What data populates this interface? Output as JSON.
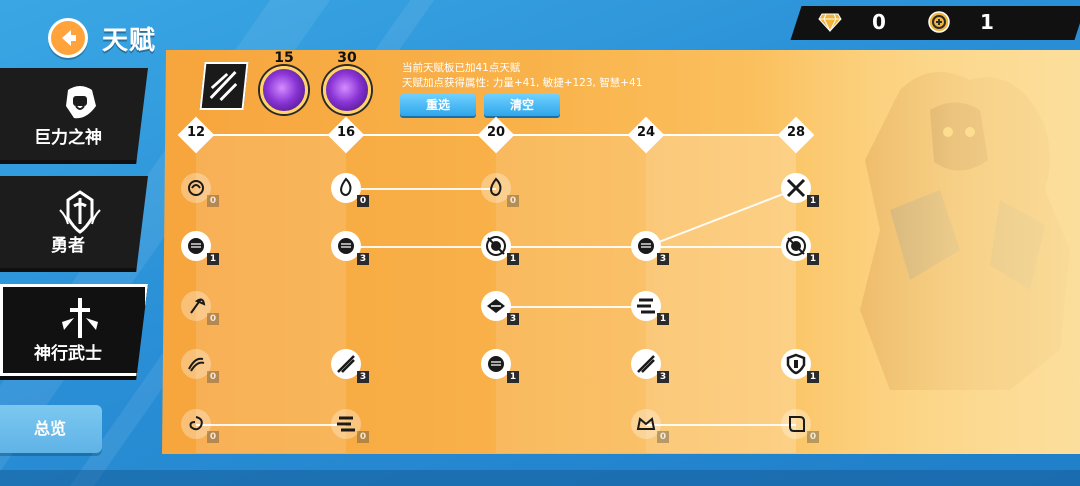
{
  "header": {
    "title": "天赋",
    "back_icon": "back-arrow-icon"
  },
  "currency": [
    {
      "icon": "diamond-icon",
      "value": "0"
    },
    {
      "icon": "coin-icon",
      "value": "1"
    }
  ],
  "classes": [
    {
      "label": "巨力之神",
      "icon": "giant-fist-icon",
      "active": false
    },
    {
      "label": "勇者",
      "icon": "hero-helmet-icon",
      "active": false
    },
    {
      "label": "神行武士",
      "icon": "swordsman-icon",
      "active": true
    }
  ],
  "overview_label": "总览",
  "board": {
    "skills": [
      {
        "level": "15",
        "icon": "purple-skill-icon"
      },
      {
        "level": "30",
        "icon": "purple-skill-icon"
      }
    ],
    "info_line1": "当前天赋板已加41点天赋",
    "info_line2": "天赋加点获得属性: 力量+41, 敏捷+123, 智慧+41",
    "reset_label": "重选",
    "clear_label": "清空",
    "tiers": [
      "12",
      "16",
      "20",
      "24",
      "28"
    ]
  },
  "nodes": [
    {
      "col": 0,
      "row": 0,
      "count": "0",
      "active": false,
      "icon": "swirl-icon"
    },
    {
      "col": 1,
      "row": 0,
      "count": "0",
      "active": true,
      "icon": "flame-icon"
    },
    {
      "col": 2,
      "row": 0,
      "count": "0",
      "active": false,
      "icon": "flame-icon"
    },
    {
      "col": 4,
      "row": 0,
      "count": "1",
      "active": true,
      "icon": "crossed-swords-icon"
    },
    {
      "col": 0,
      "row": 1,
      "count": "1",
      "active": true,
      "icon": "fist-icon"
    },
    {
      "col": 1,
      "row": 1,
      "count": "3",
      "active": true,
      "icon": "fist-icon"
    },
    {
      "col": 2,
      "row": 1,
      "count": "1",
      "active": true,
      "icon": "fist-burst-icon"
    },
    {
      "col": 3,
      "row": 1,
      "count": "3",
      "active": true,
      "icon": "fist-icon"
    },
    {
      "col": 4,
      "row": 1,
      "count": "1",
      "active": true,
      "icon": "fist-burst-icon"
    },
    {
      "col": 0,
      "row": 2,
      "count": "0",
      "active": false,
      "icon": "axe-icon"
    },
    {
      "col": 2,
      "row": 2,
      "count": "3",
      "active": true,
      "icon": "shuriken-icon"
    },
    {
      "col": 3,
      "row": 2,
      "count": "1",
      "active": true,
      "icon": "dash-icon"
    },
    {
      "col": 0,
      "row": 3,
      "count": "0",
      "active": false,
      "icon": "claw-icon"
    },
    {
      "col": 1,
      "row": 3,
      "count": "3",
      "active": true,
      "icon": "slash-icon"
    },
    {
      "col": 2,
      "row": 3,
      "count": "1",
      "active": true,
      "icon": "fist-icon"
    },
    {
      "col": 3,
      "row": 3,
      "count": "3",
      "active": true,
      "icon": "slash-icon"
    },
    {
      "col": 4,
      "row": 3,
      "count": "1",
      "active": true,
      "icon": "shield-icon"
    },
    {
      "col": 0,
      "row": 4,
      "count": "0",
      "active": false,
      "icon": "whirl-icon"
    },
    {
      "col": 1,
      "row": 4,
      "count": "0",
      "active": false,
      "icon": "dash-icon"
    },
    {
      "col": 3,
      "row": 4,
      "count": "0",
      "active": false,
      "icon": "crown-icon"
    },
    {
      "col": 4,
      "row": 4,
      "count": "0",
      "active": false,
      "icon": "scroll-icon"
    }
  ],
  "links": [
    {
      "from": [
        1,
        0
      ],
      "to": [
        2,
        0
      ]
    },
    {
      "from": [
        1,
        1
      ],
      "to": [
        2,
        1
      ]
    },
    {
      "from": [
        2,
        1
      ],
      "to": [
        3,
        1
      ]
    },
    {
      "from": [
        3,
        1
      ],
      "to": [
        4,
        1
      ]
    },
    {
      "from": [
        3,
        1
      ],
      "to": [
        4,
        0
      ]
    },
    {
      "from": [
        2,
        2
      ],
      "to": [
        3,
        2
      ]
    },
    {
      "from": [
        0,
        4
      ],
      "to": [
        1,
        4
      ]
    },
    {
      "from": [
        3,
        4
      ],
      "to": [
        4,
        4
      ]
    }
  ]
}
